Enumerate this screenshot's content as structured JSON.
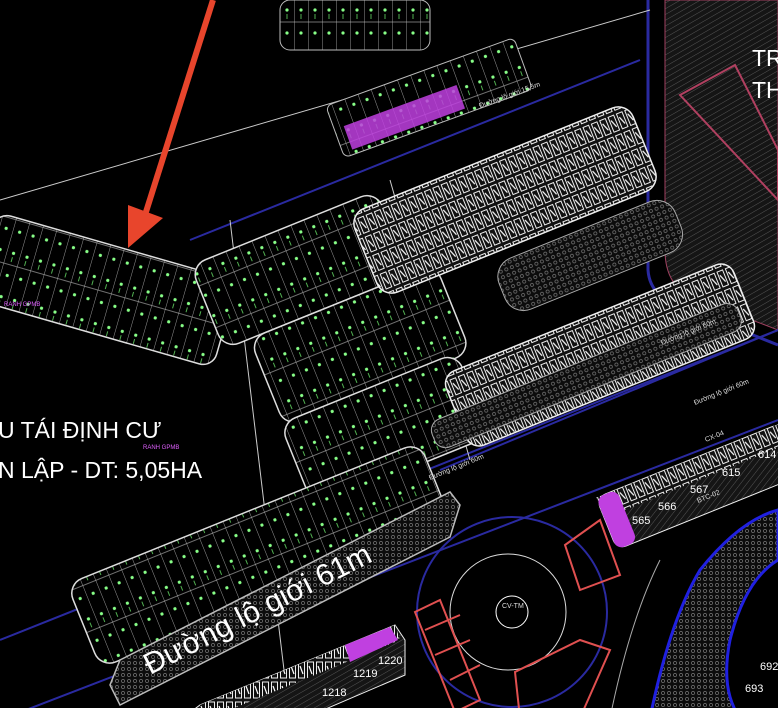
{
  "title_lines": [
    "U TÁI ĐỊNH CƯ",
    "N LẬP - DT: 5,05HA"
  ],
  "top_right_text": [
    "TR",
    "TH"
  ],
  "main_road_label": "Đường lộ giới 61m",
  "boundary_labels": [
    "RANH GPMB",
    "RANH GPMB"
  ],
  "road_labels": [
    "Đường lộ giới 15,5m",
    "Đường lộ giới 60m",
    "Đường lộ giới 60m",
    "Đường lộ giới 60m"
  ],
  "block_labels": [
    "BTC-02",
    "CX-04"
  ],
  "lot_numbers_right": [
    "614",
    "615",
    "567",
    "566",
    "565"
  ],
  "lot_numbers_bottom": [
    "1220",
    "1219",
    "1218"
  ],
  "lot_numbers_bottom_right": [
    "692",
    "693"
  ],
  "center_label": "CV-TM",
  "colors": {
    "background": "#000000",
    "arrow": "#e8452c",
    "lots_green": "#6fd66f",
    "lots_white": "#e8e8e8",
    "highlight_magenta": "#c040e0",
    "road_edge_blue": "#2a2aa0",
    "river_blue": "#2020e0",
    "fan_red": "#e05050"
  },
  "icons": {
    "pointer": "red-arrow"
  }
}
